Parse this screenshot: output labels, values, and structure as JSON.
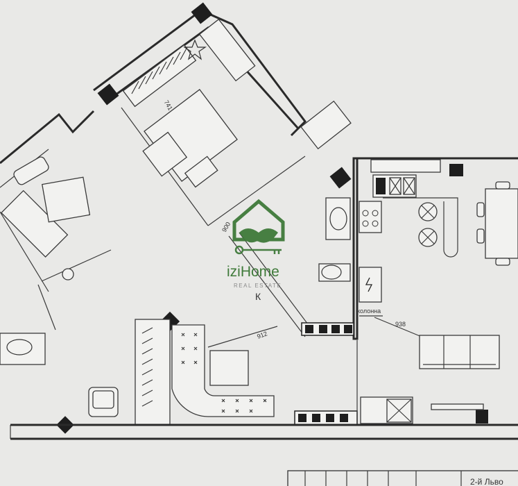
{
  "watermark": {
    "brand": "iziHome",
    "tagline": "REAL ESTATE",
    "colors": {
      "green": "#3f7a3a",
      "gray": "#8a8a8a"
    }
  },
  "dimensions": {
    "bedroom_width": "741",
    "door_width": "900",
    "living_width": "912",
    "kitchen_width": "938"
  },
  "labels": {
    "kitchen_column": "колонна",
    "corridor_mark": "К",
    "title_stamp": "2-й Льво"
  },
  "colors": {
    "background": "#e9e9e7",
    "walls": "#2a2a2a",
    "blocks": "#1e1e1e"
  }
}
